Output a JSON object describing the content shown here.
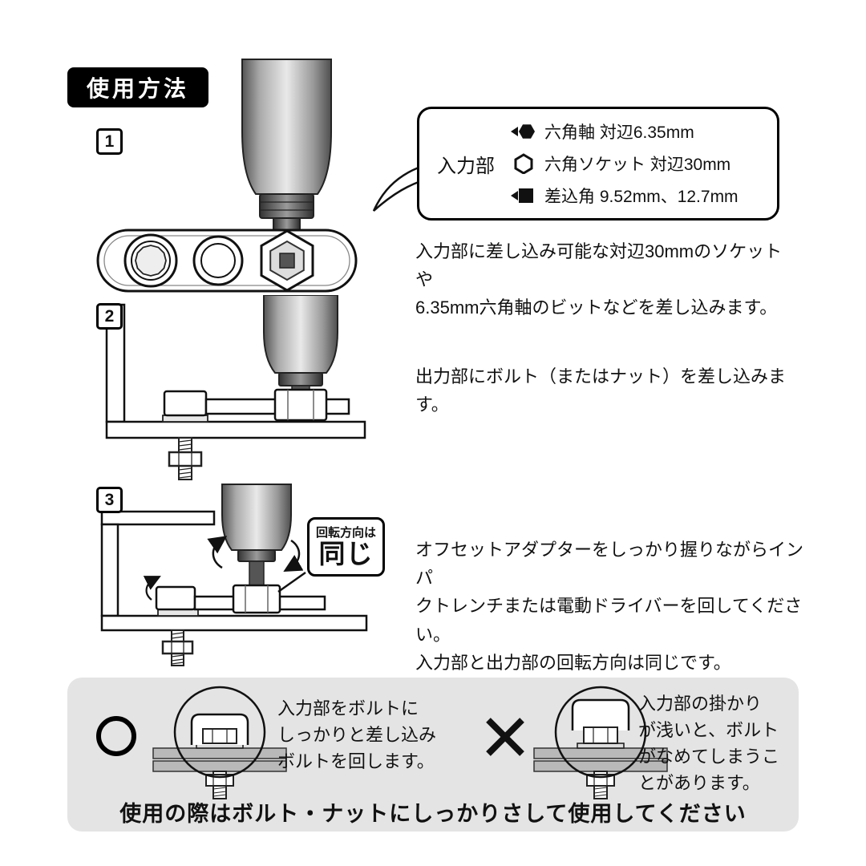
{
  "header": {
    "title": "使用方法"
  },
  "steps": {
    "one": {
      "number": "1",
      "callout": {
        "label": "入力部",
        "rows": [
          {
            "icon": "hex-shaft-icon",
            "text": "六角軸 対辺6.35mm"
          },
          {
            "icon": "hex-socket-icon",
            "text": "六角ソケット 対辺30mm"
          },
          {
            "icon": "square-drive-icon",
            "text": "差込角 9.52mm、12.7mm"
          }
        ]
      },
      "description": "入力部に差し込み可能な対辺30mmのソケットや\n6.35mm六角軸のビットなどを差し込みます。"
    },
    "two": {
      "number": "2",
      "description": "出力部にボルト（またはナット）を差し込みます。"
    },
    "three": {
      "number": "3",
      "rotation_callout": {
        "line1": "回転方向は",
        "line2": "同じ"
      },
      "description": "オフセットアダプターをしっかり握りながらインパ\nクトレンチまたは電動ドライバーを回してください。\n入力部と出力部の回転方向は同じです。"
    }
  },
  "bottom_panel": {
    "correct": {
      "mark": "○",
      "text": "入力部をボルトに\nしっかりと差し込み\nボルトを回します。"
    },
    "incorrect": {
      "mark": "×",
      "text": "入力部の掛かり\nが浅いと、ボルト\nがなめてしまうこ\nとがあります。"
    },
    "footer": "使用の際はボルト・ナットにしっかりさして使用してください"
  },
  "colors": {
    "accent_black": "#000000",
    "panel_gray": "#e4e4e4",
    "plate_gray": "#b9b9b9"
  }
}
